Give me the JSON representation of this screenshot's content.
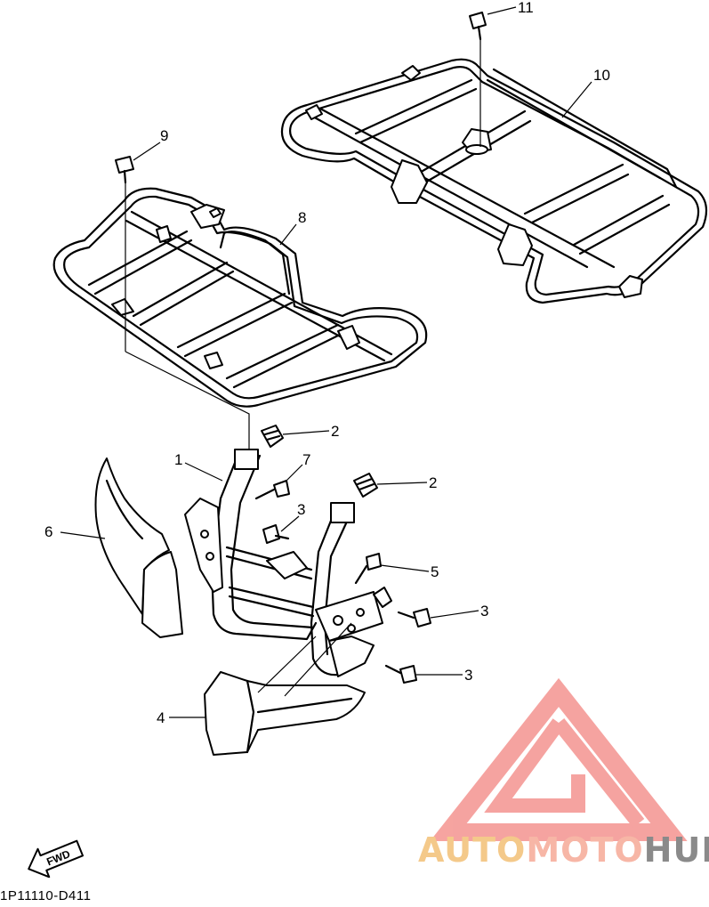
{
  "diagram": {
    "callouts": [
      {
        "id": "c11",
        "label": "11"
      },
      {
        "id": "c10",
        "label": "10"
      },
      {
        "id": "c9",
        "label": "9"
      },
      {
        "id": "c8",
        "label": "8"
      },
      {
        "id": "c2a",
        "label": "2"
      },
      {
        "id": "c2b",
        "label": "2"
      },
      {
        "id": "c1",
        "label": "1"
      },
      {
        "id": "c7",
        "label": "7"
      },
      {
        "id": "c3a",
        "label": "3"
      },
      {
        "id": "c6",
        "label": "6"
      },
      {
        "id": "c5",
        "label": "5"
      },
      {
        "id": "c3b",
        "label": "3"
      },
      {
        "id": "c3c",
        "label": "3"
      },
      {
        "id": "c4",
        "label": "4"
      }
    ],
    "fwd_label": "FWD",
    "drawing_code": "1P11110-D411"
  },
  "watermark": {
    "part1": "AUTO",
    "part2": "MOTO",
    "part3": "HUB",
    "colors": {
      "auto": "#f4c98a",
      "moto": "#f7b6a6",
      "hub": "#8a8a8a",
      "triangle": "#f59a96"
    }
  }
}
